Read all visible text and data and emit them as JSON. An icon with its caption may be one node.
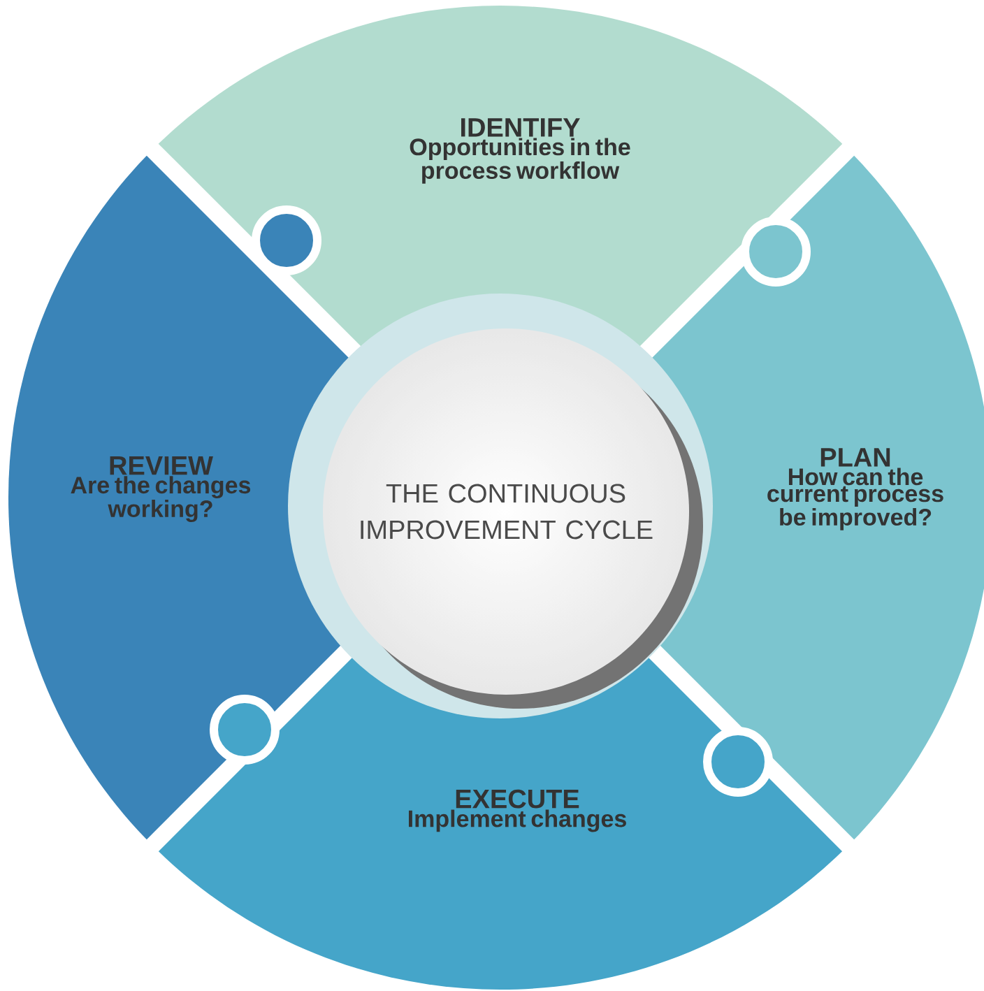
{
  "diagram": {
    "nodes": [
      {
        "text": [
          "IDENTIFY",
          "Opportunities in the process workflow"
        ]
      },
      {
        "text": [
          "REVIEW",
          "Are the changes working?"
        ]
      },
      {
        "text": [
          "THE CONTINUOUS IMPROVEMENT CYCLE"
        ]
      },
      {
        "text": [
          "PLAN",
          "How can the current process be improved?"
        ]
      },
      {
        "text": [
          "EXECUTE",
          "Implement changes"
        ]
      }
    ]
  }
}
